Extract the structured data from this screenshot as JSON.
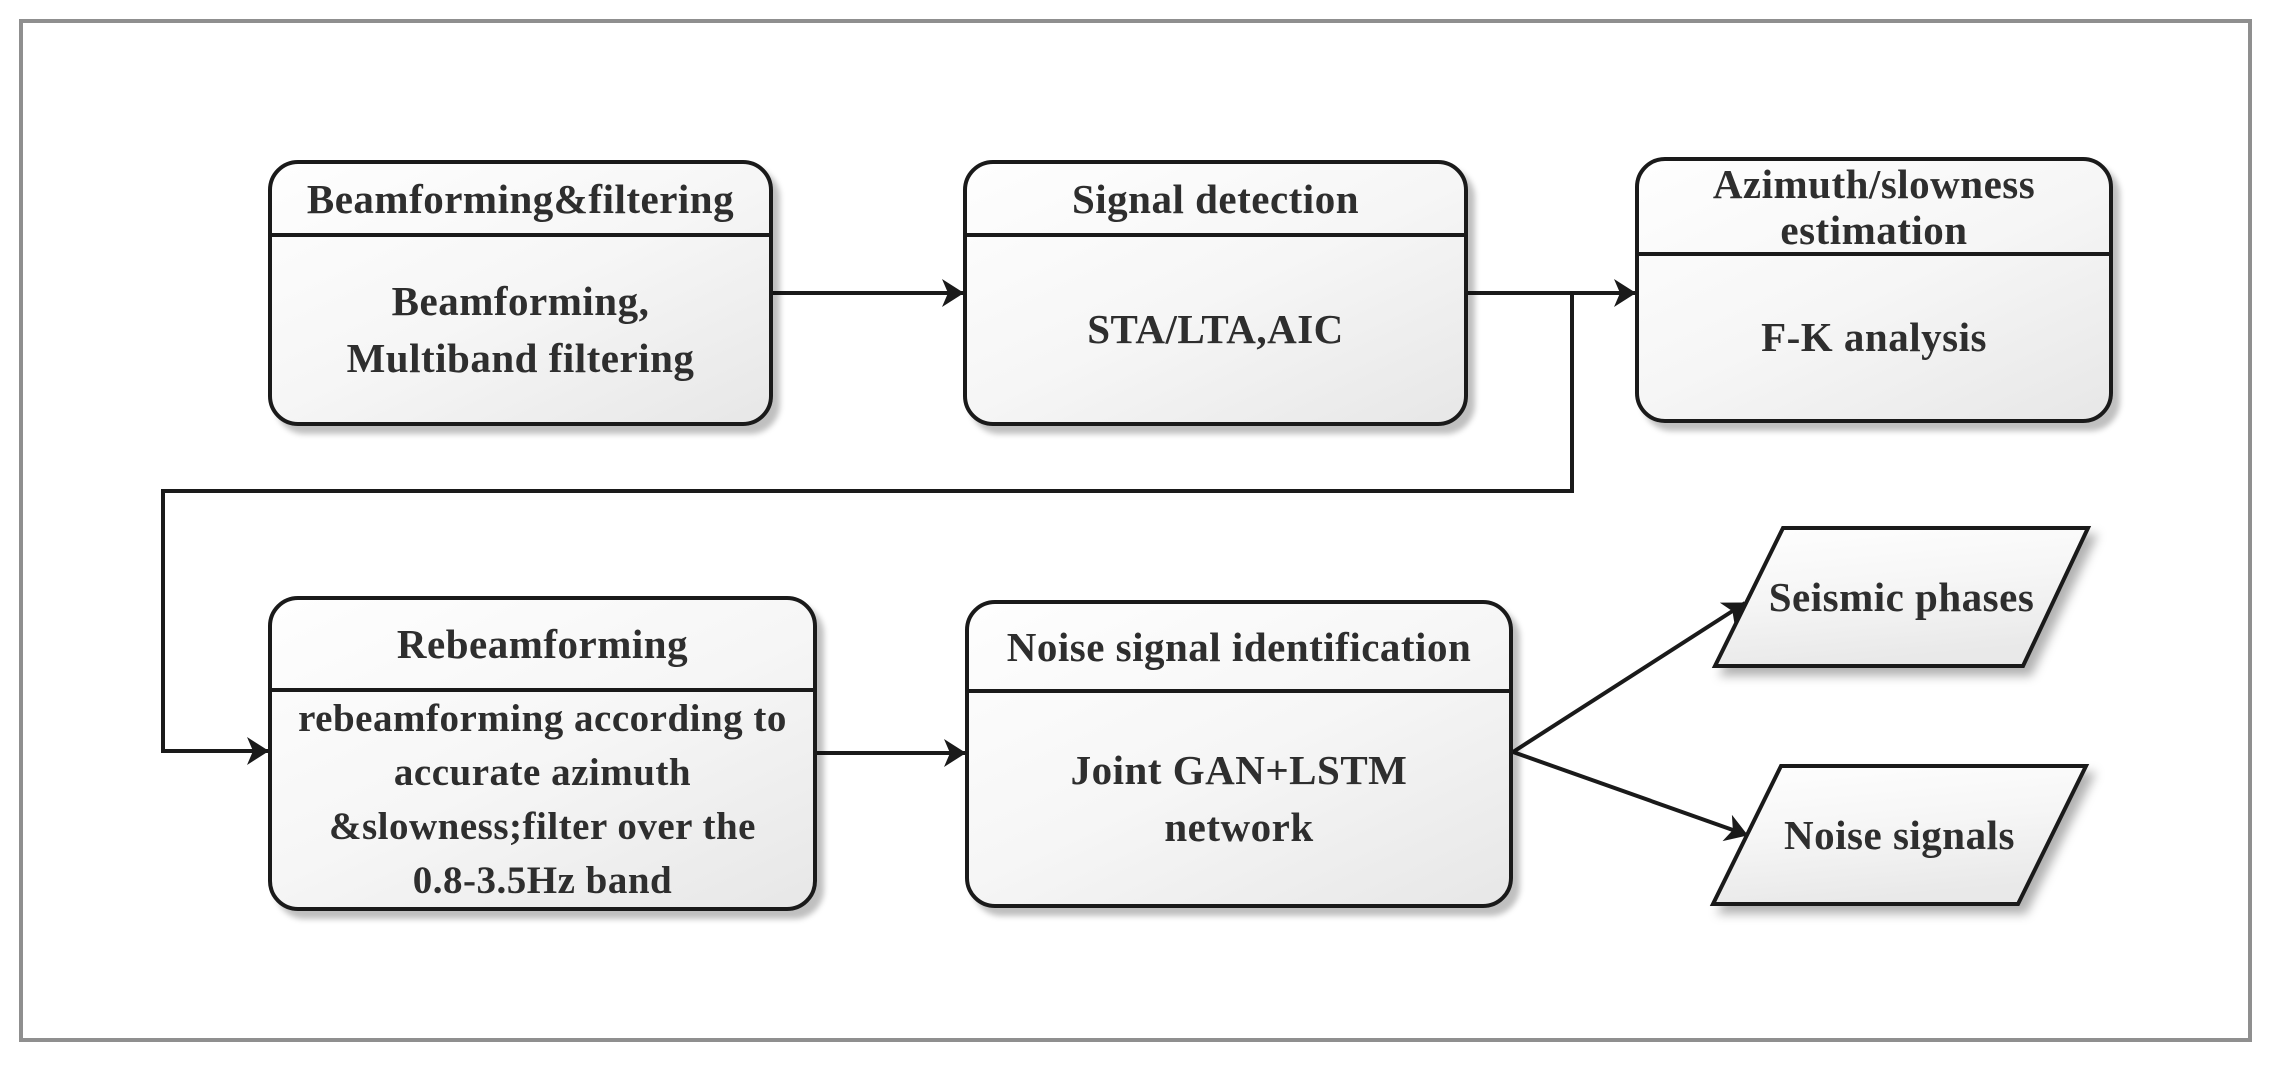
{
  "diagram": {
    "type": "flowchart",
    "nodes": {
      "beamforming": {
        "header": "Beamforming&filtering",
        "body": "Beamforming,\nMultiband filtering"
      },
      "signal_detection": {
        "header": "Signal detection",
        "body": "STA/LTA,AIC"
      },
      "azimuth": {
        "header": "Azimuth/slowness\nestimation",
        "body": "F-K analysis"
      },
      "rebeamforming": {
        "header": "Rebeamforming",
        "body": "rebeamforming according to\naccurate azimuth\n&slowness;filter over the\n0.8-3.5Hz band"
      },
      "noise_id": {
        "header": "Noise signal identification",
        "body": "Joint GAN+LSTM\nnetwork"
      },
      "seismic_phases": {
        "label": "Seismic phases"
      },
      "noise_signals": {
        "label": "Noise signals"
      }
    },
    "edges": [
      {
        "from": "beamforming",
        "to": "signal_detection"
      },
      {
        "from": "signal_detection",
        "to": "azimuth"
      },
      {
        "from": "signal_detection",
        "to": "rebeamforming"
      },
      {
        "from": "rebeamforming",
        "to": "noise_id"
      },
      {
        "from": "noise_id",
        "to": "seismic_phases"
      },
      {
        "from": "noise_id",
        "to": "noise_signals"
      }
    ],
    "colors": {
      "node_border": "#1a1a1a",
      "node_fill_top": "#fefefe",
      "node_fill_bottom": "#e7e7e7",
      "connector": "#1a1a1a",
      "frame_border": "#8f8f8f",
      "text": "#2e2e2e"
    }
  }
}
